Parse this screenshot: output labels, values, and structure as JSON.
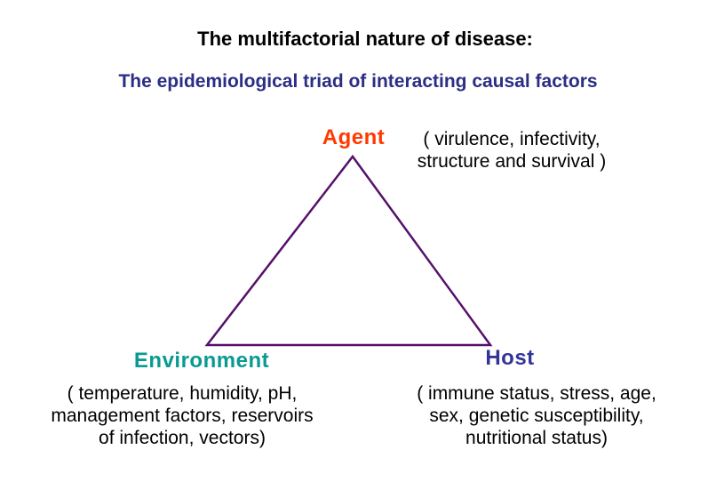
{
  "page": {
    "background": "#ffffff"
  },
  "title": {
    "line1": "The multifactorial nature of disease:",
    "line1_color": "#000000",
    "line2": "The epidemiological triad of interacting causal factors",
    "line2_color": "#2B2E83"
  },
  "triad": {
    "triangle_color": "#55106B",
    "agent": {
      "label": "Agent",
      "color": "#FF3900",
      "details": {
        "0": "( virulence, infectivity,",
        "1": "structure and survival )"
      }
    },
    "environment": {
      "label": "Environment",
      "color": "#0A9A92",
      "details": {
        "0": "( temperature, humidity, pH,",
        "1": "management factors, reservoirs",
        "2": "of infection, vectors)"
      }
    },
    "host": {
      "label": "Host",
      "color": "#333399",
      "details": {
        "0": "( immune status, stress, age,",
        "1": "sex, genetic susceptibility,",
        "2": "nutritional status)"
      }
    }
  }
}
